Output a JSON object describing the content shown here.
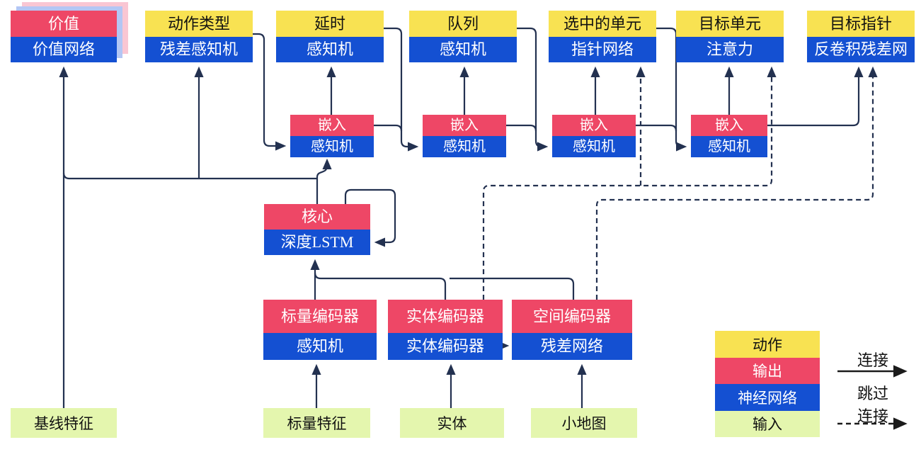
{
  "colors": {
    "action_yellow": "#F8E252",
    "output_red": "#EE4766",
    "network_blue": "#1450D2",
    "input_green": "#E4F6AE",
    "wire_navy": "#233150",
    "legend_arrow_black": "#1b1b1b",
    "value_shadow_pink": "#F9C6D3",
    "value_shadow_blue": "#B3C6F4"
  },
  "heads": [
    {
      "top": "价值",
      "bottom": "价值网络"
    },
    {
      "top": "动作类型",
      "bottom": "残差感知机"
    },
    {
      "top": "延时",
      "bottom": "感知机"
    },
    {
      "top": "队列",
      "bottom": "感知机"
    },
    {
      "top": "选中的单元",
      "bottom": "指针网络"
    },
    {
      "top": "目标单元",
      "bottom": "注意力"
    },
    {
      "top": "目标指针",
      "bottom": "反卷积残差网"
    }
  ],
  "embeddings": [
    {
      "top": "嵌入",
      "bottom": "感知机"
    },
    {
      "top": "嵌入",
      "bottom": "感知机"
    },
    {
      "top": "嵌入",
      "bottom": "感知机"
    },
    {
      "top": "嵌入",
      "bottom": "感知机"
    }
  ],
  "core": {
    "top": "核心",
    "bottom": "深度LSTM"
  },
  "encoders": [
    {
      "top": "标量编码器",
      "bottom": "感知机"
    },
    {
      "top": "实体编码器",
      "bottom": "实体编码器"
    },
    {
      "top": "空间编码器",
      "bottom": "残差网络"
    }
  ],
  "inputs": [
    "基线特征",
    "标量特征",
    "实体",
    "小地图"
  ],
  "legend": {
    "rows": [
      {
        "label": "动作",
        "color": "#F8E252"
      },
      {
        "label": "输出",
        "color": "#EE4766"
      },
      {
        "label": "神经网络",
        "color": "#1450D2"
      },
      {
        "label": "输入",
        "color": "#E4F6AE"
      }
    ],
    "solid_arrow_label": "连接",
    "dashed_arrow_label_line1": "跳过",
    "dashed_arrow_label_line2": "连接"
  }
}
